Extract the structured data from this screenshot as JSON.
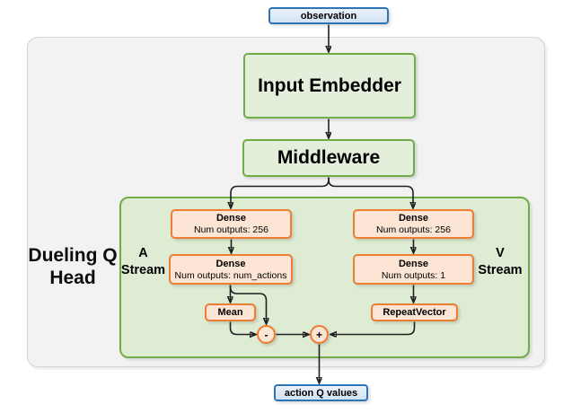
{
  "diagram": {
    "type": "neural-network-architecture",
    "nodes": {
      "observation": {
        "label": "observation"
      },
      "input_embedder": {
        "label": "Input Embedder"
      },
      "middleware": {
        "label": "Middleware"
      },
      "a_dense1": {
        "title": "Dense",
        "subtitle": "Num outputs: 256"
      },
      "a_dense2": {
        "title": "Dense",
        "subtitle": "Num outputs: num_actions"
      },
      "v_dense1": {
        "title": "Dense",
        "subtitle": "Num outputs: 256"
      },
      "v_dense2": {
        "title": "Dense",
        "subtitle": "Num outputs: 1"
      },
      "mean": {
        "label": "Mean"
      },
      "repeat_vector": {
        "label": "RepeatVector"
      },
      "subtract_op": {
        "label": "-"
      },
      "add_op": {
        "label": "+"
      },
      "action_q_values": {
        "label": "action Q values"
      }
    },
    "labels": {
      "dueling_line1": "Dueling Q",
      "dueling_line2": "Head",
      "a_stream_line1": "A",
      "a_stream_line2": "Stream",
      "v_stream_line1": "V",
      "v_stream_line2": "Stream"
    },
    "colors": {
      "blue_border": "#2E75B6",
      "blue_fill": "#D9E8F6",
      "green_border": "#70AD47",
      "green_box_fill": "#E3EFDA",
      "green_container_fill": "#DFECD4",
      "orange_border": "#ED7D31",
      "orange_fill": "#FCE5D5",
      "outer_container_fill": "#F2F2F2",
      "outer_container_border": "#D4D4D4",
      "arrow": "#1F1F1F"
    }
  }
}
